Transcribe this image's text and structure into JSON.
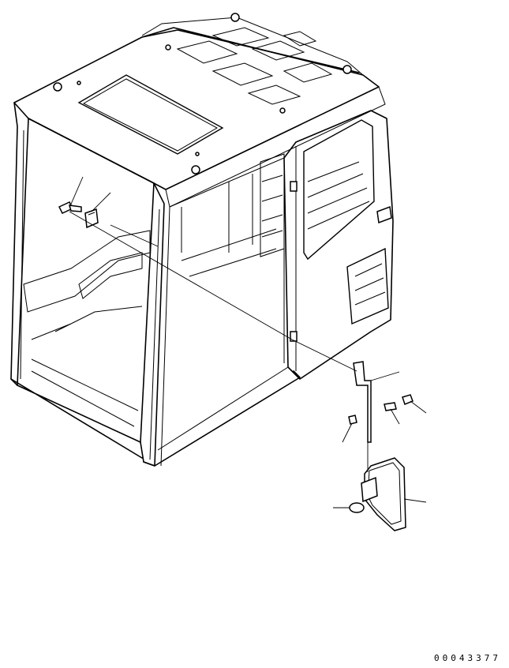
{
  "drawing": {
    "drawing_number": "00043377",
    "line_color": "#000000",
    "background_color": "#ffffff"
  },
  "parts": [
    {
      "id": "bolt",
      "icon": "bolt-icon"
    },
    {
      "id": "clamp",
      "icon": "clamp-icon"
    },
    {
      "id": "mirror-stay",
      "icon": "rod-icon"
    },
    {
      "id": "nut",
      "icon": "nut-icon"
    },
    {
      "id": "pin",
      "icon": "pin-icon"
    },
    {
      "id": "cap",
      "icon": "cap-icon"
    },
    {
      "id": "collar",
      "icon": "collar-icon"
    },
    {
      "id": "mirror",
      "icon": "mirror-icon"
    }
  ]
}
